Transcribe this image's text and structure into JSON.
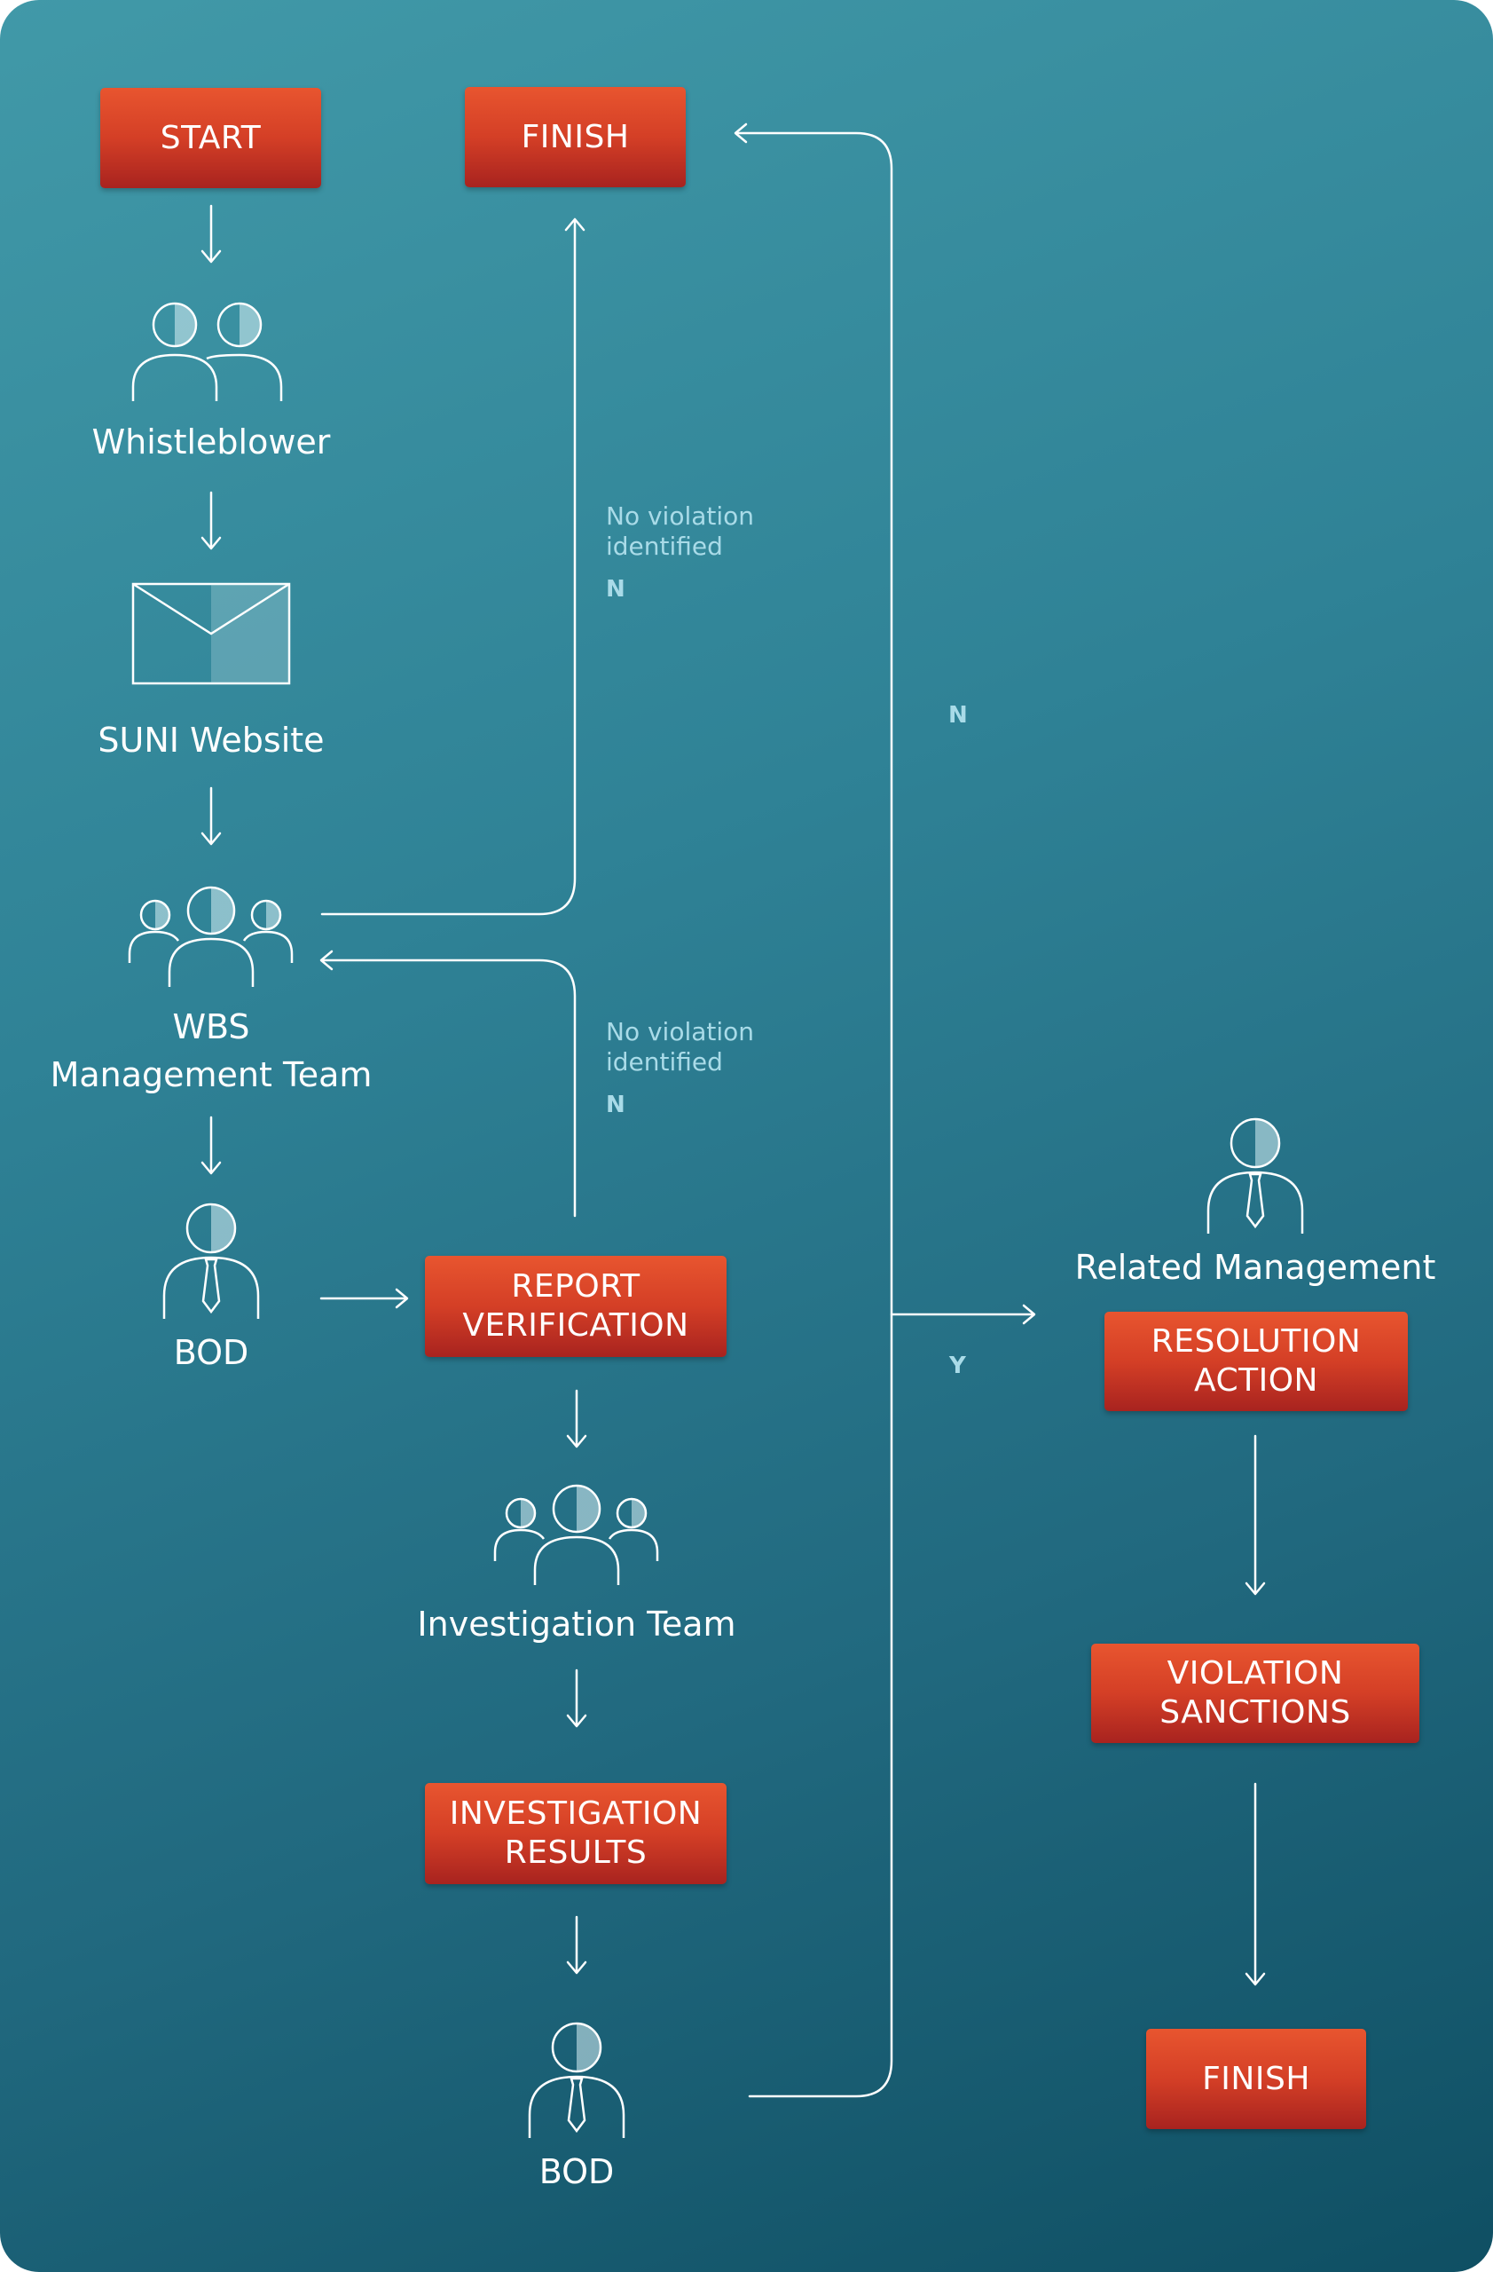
{
  "nodes": {
    "start": "START",
    "finish_top": "FINISH",
    "whistleblower": "Whistleblower",
    "suni_website": "SUNI Website",
    "wbs_team_line1": "WBS",
    "wbs_team_line2": "Management Team",
    "bod_1": "BOD",
    "report_verification_line1": "REPORT",
    "report_verification_line2": "VERIFICATION",
    "investigation_team": "Investigation Team",
    "investigation_results_line1": "INVESTIGATION",
    "investigation_results_line2": "RESULTS",
    "bod_2": "BOD",
    "related_management": "Related Management",
    "resolution_action_line1": "RESOLUTION",
    "resolution_action_line2": "ACTION",
    "violation_sanctions_line1": "VIOLATION",
    "violation_sanctions_line2": "SANCTIONS",
    "finish_bottom": "FINISH"
  },
  "branches": {
    "no_violation_1_line1": "No violation",
    "no_violation_1_line2": "identified",
    "no_violation_1_flag": "N",
    "no_violation_2_line1": "No violation",
    "no_violation_2_line2": "identified",
    "no_violation_2_flag": "N",
    "bod_decision_no": "N",
    "bod_decision_yes": "Y"
  },
  "colors": {
    "background_top": "#4199a8",
    "background_bottom": "#0f4f63",
    "box_top": "#e8552f",
    "box_bottom": "#a8231f",
    "connector": "#ffffff",
    "note_text": "#a9dbe8"
  },
  "icons": {
    "whistleblower": "two-people-icon",
    "suni_website": "envelope-icon",
    "wbs_team": "group-icon",
    "bod_1": "business-person-icon",
    "investigation_team": "group-icon",
    "bod_2": "business-person-icon",
    "related_management": "business-person-icon"
  }
}
